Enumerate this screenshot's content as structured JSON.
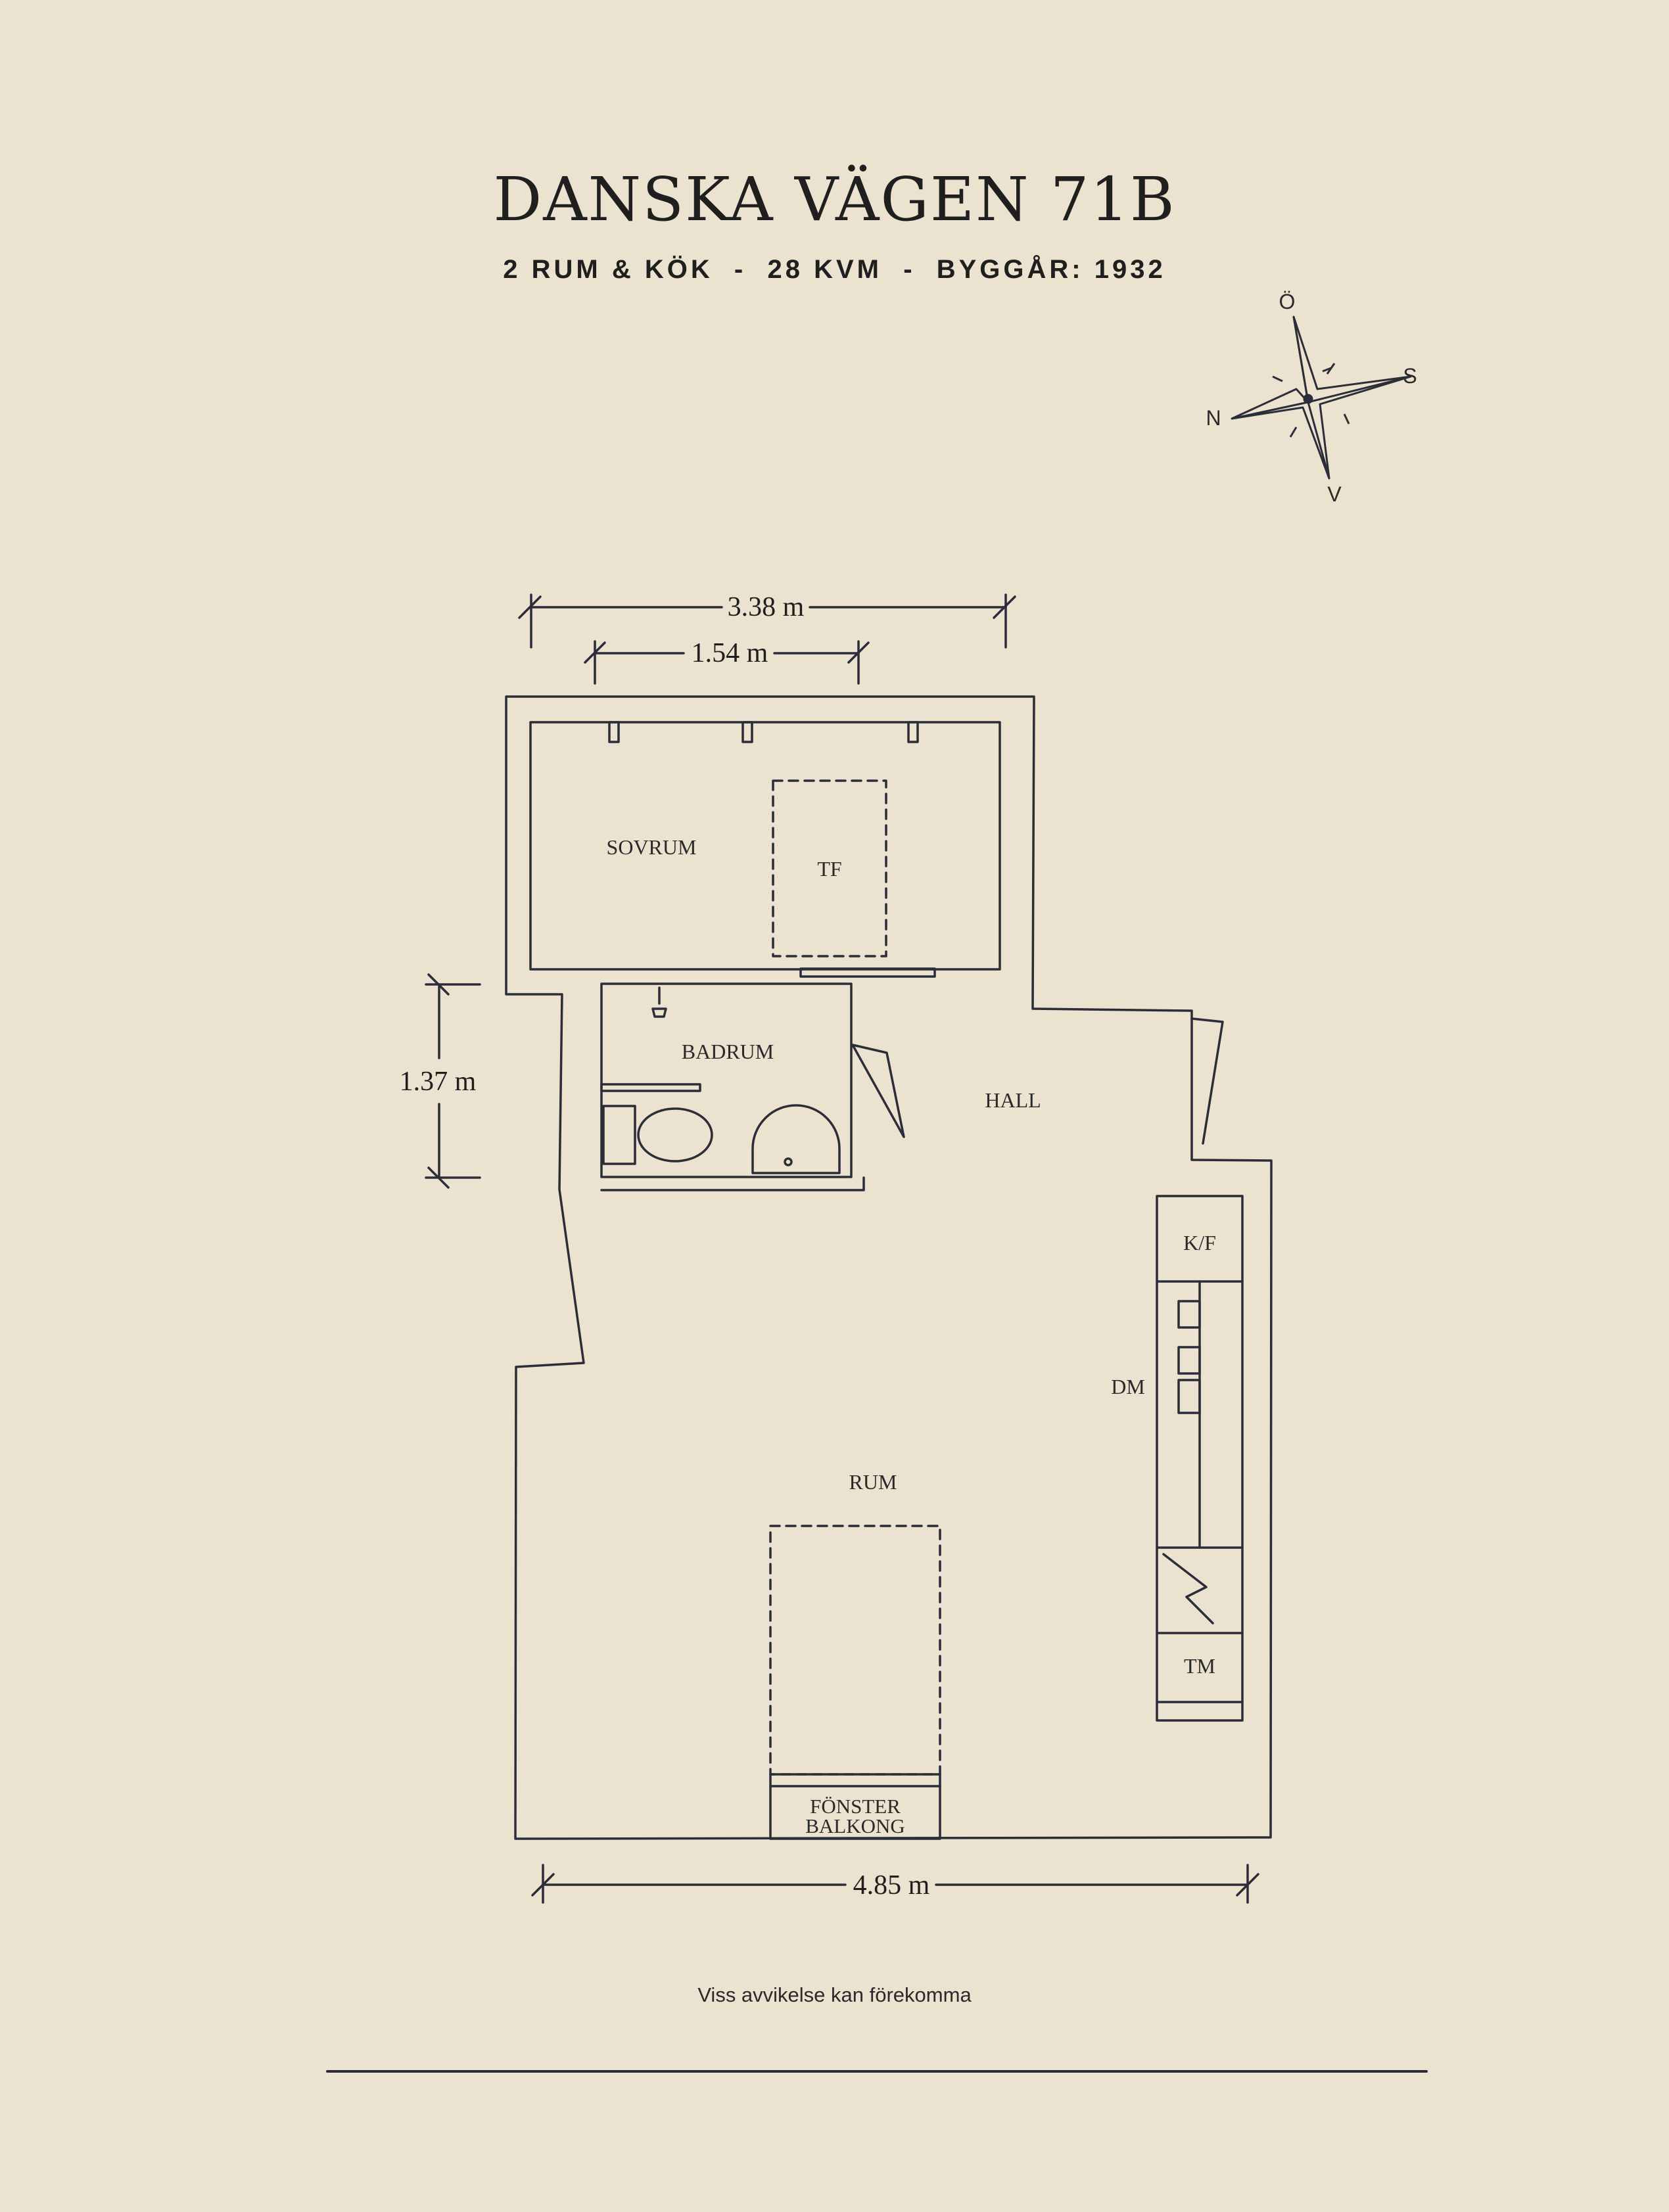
{
  "header": {
    "title": "DANSKA VÄGEN 71B",
    "subtitle": "2 RUM & KÖK  -  28 KVM  -  BYGGÅR: 1932"
  },
  "compass": {
    "north": "N",
    "south": "S",
    "east": "Ö",
    "west": "V"
  },
  "dimensions": {
    "top_total": "3.38 m",
    "top_inner": "1.54 m",
    "left_height": "1.37 m",
    "bottom_width": "4.85 m"
  },
  "rooms": {
    "bedroom": "SOVRUM",
    "bedroom_bed": "TF",
    "bathroom": "BADRUM",
    "hall": "HALL",
    "fridge_freezer": "K/F",
    "dishwasher": "DM",
    "living_room": "RUM",
    "washing_machine": "TM",
    "window_line1": "FÖNSTER",
    "window_line2": "BALKONG"
  },
  "footer": {
    "disclaimer": "Viss avvikelse kan förekomma"
  },
  "colors": {
    "background": "#ebe2d0",
    "ink": "#2b2d38"
  }
}
